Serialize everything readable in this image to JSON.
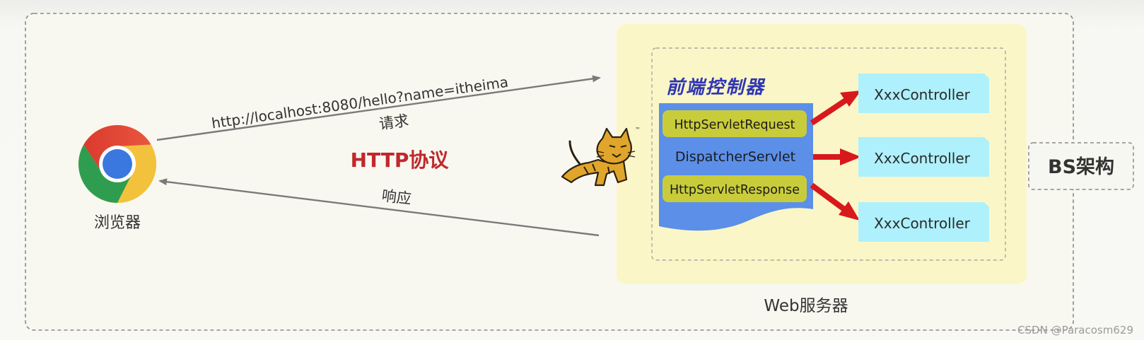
{
  "client": {
    "label": "浏览器",
    "icon": "chrome-browser-icon"
  },
  "request": {
    "url": "http://localhost:8080/hello?name=itheima",
    "label": "请求"
  },
  "response": {
    "label": "响应"
  },
  "protocol": {
    "label": "HTTP协议"
  },
  "server": {
    "label": "Web服务器",
    "icon": "tomcat-cat-icon",
    "front_controller": {
      "title": "前端控制器",
      "request_object": "HttpServletRequest",
      "dispatcher": "DispatcherServlet",
      "response_object": "HttpServletResponse"
    },
    "controllers": [
      "XxxController",
      "XxxController",
      "XxxController"
    ]
  },
  "architecture": {
    "label": "BS架构"
  },
  "watermark": "CSDN @Paracosm629",
  "colors": {
    "protocol_text": "#c0282c",
    "server_bg": "#fbf6c7",
    "front_controller_bg": "#5b8fe8",
    "servlet_object_bg": "#c9cc3a",
    "controller_bg": "#aef0fb",
    "dispatch_arrow": "#d8191c",
    "title_text": "#2f35b5"
  }
}
